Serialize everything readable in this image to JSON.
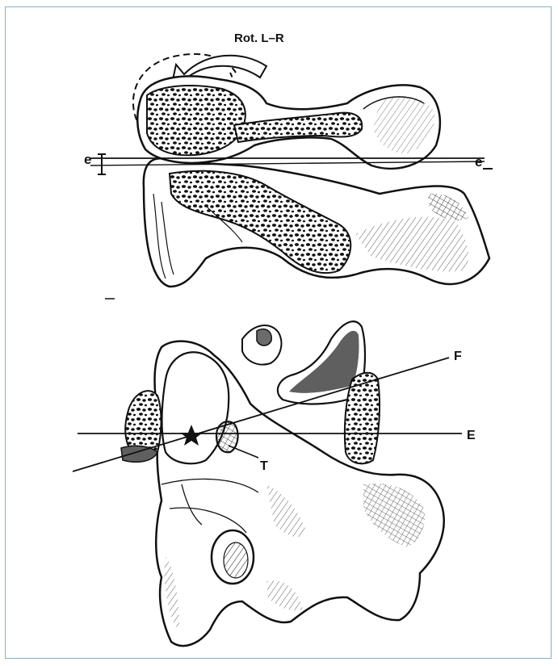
{
  "figure": {
    "top_label": "Rot. L–R",
    "top_left_marker": "e",
    "top_right_marker": "e",
    "line_label_f": "F",
    "line_label_e": "E",
    "line_label_t": "T"
  },
  "colors": {
    "frame_border": "#7fb3c9",
    "ink": "#111111",
    "shade": "#6b6b6b"
  }
}
